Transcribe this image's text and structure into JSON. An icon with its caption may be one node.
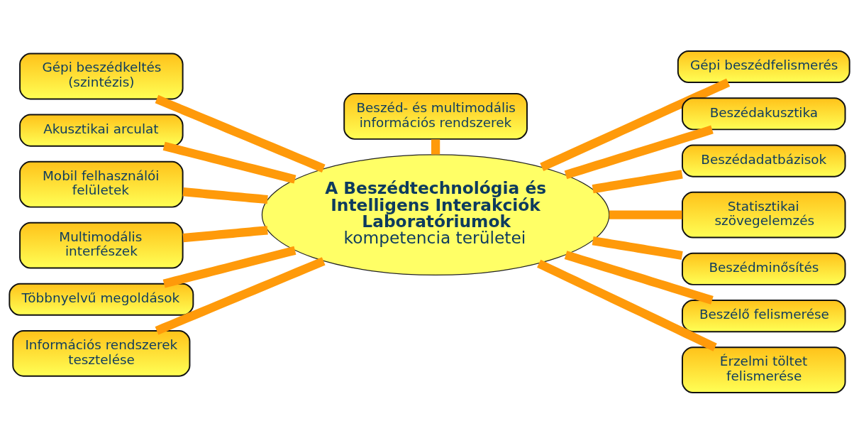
{
  "diagram": {
    "nodes": [
      {
        "text": [
          "A Beszédtechnológia és Intelligens Interakciók Laboratóriumok",
          "kompetencia területei"
        ]
      },
      {
        "text": [
          "Gépi beszédkeltés (szintézis)"
        ]
      },
      {
        "text": [
          "Beszéd- és multimodális információs rendszerek"
        ]
      },
      {
        "text": [
          "Gépi beszédfelismerés"
        ]
      },
      {
        "text": [
          "Beszédakusztika"
        ]
      },
      {
        "text": [
          "Akusztikai arculat"
        ]
      },
      {
        "text": [
          "Beszédadatbázisok"
        ]
      },
      {
        "text": [
          "Mobil felhasználói felületek"
        ]
      },
      {
        "text": [
          "Statisztikai szövegelemzés"
        ]
      },
      {
        "text": [
          "Multimodális interfészek"
        ]
      },
      {
        "text": [
          "Beszédminősítés"
        ]
      },
      {
        "text": [
          "Többnyelvű megoldások"
        ]
      },
      {
        "text": [
          "Információs rendszerek tesztelése"
        ]
      },
      {
        "text": [
          "Beszélő felismerése"
        ]
      },
      {
        "text": [
          "Érzelmi töltet felismerése"
        ]
      }
    ],
    "edges": [
      {
        "from": 1,
        "to": 0,
        "arrow": "none"
      },
      {
        "from": 2,
        "to": 0,
        "arrow": "none"
      },
      {
        "from": 3,
        "to": 0,
        "arrow": "none"
      },
      {
        "from": 4,
        "to": 0,
        "arrow": "none"
      },
      {
        "from": 5,
        "to": 0,
        "arrow": "none"
      },
      {
        "from": 6,
        "to": 0,
        "arrow": "none"
      },
      {
        "from": 7,
        "to": 0,
        "arrow": "none"
      },
      {
        "from": 8,
        "to": 0,
        "arrow": "none"
      },
      {
        "from": 9,
        "to": 0,
        "arrow": "none"
      },
      {
        "from": 10,
        "to": 0,
        "arrow": "none"
      },
      {
        "from": 11,
        "to": 0,
        "arrow": "none"
      },
      {
        "from": 12,
        "to": 0,
        "arrow": "none"
      },
      {
        "from": 13,
        "to": 0,
        "arrow": "none"
      },
      {
        "from": 14,
        "to": 0,
        "arrow": "none"
      }
    ]
  }
}
